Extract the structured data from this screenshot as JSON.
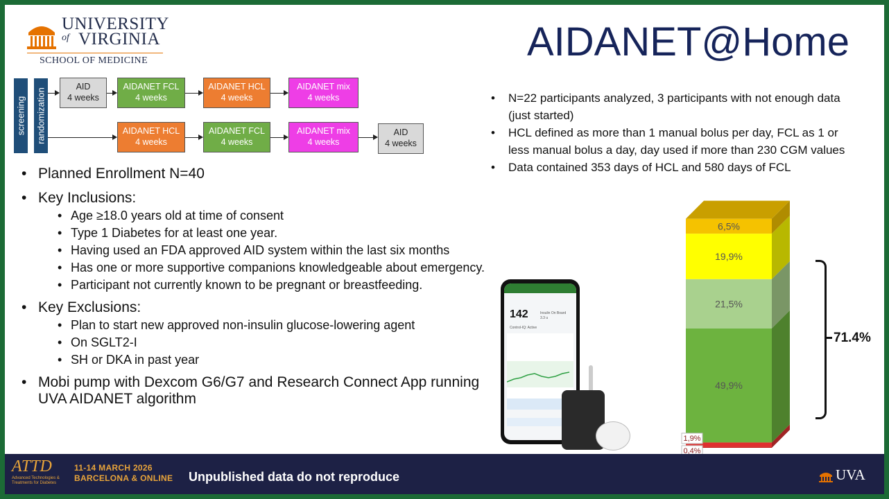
{
  "slide": {
    "title": "AIDANET@Home",
    "logo": {
      "university": "UNIVERSITY",
      "of": "of",
      "virginia": "VIRGINIA",
      "school": "SCHOOL OF MEDICINE"
    },
    "flow": {
      "screening_label": "screening",
      "randomization_label": "randomization",
      "arm1": [
        {
          "name": "AID",
          "duration": "4 weeks",
          "color": "#d9d9d9"
        },
        {
          "name": "AIDANET FCL",
          "duration": "4 weeks",
          "color": "#70ad47"
        },
        {
          "name": "AIDANET HCL",
          "duration": "4 weeks",
          "color": "#ed7d31"
        },
        {
          "name": "AIDANET mix",
          "duration": "4 weeks",
          "color": "#ee3ee6"
        }
      ],
      "arm2": [
        {
          "name": "AIDANET HCL",
          "duration": "4 weeks",
          "color": "#ed7d31"
        },
        {
          "name": "AIDANET FCL",
          "duration": "4 weeks",
          "color": "#70ad47"
        },
        {
          "name": "AIDANET mix",
          "duration": "4 weeks",
          "color": "#ee3ee6"
        },
        {
          "name": "AID",
          "duration": "4 weeks",
          "color": "#d9d9d9"
        }
      ]
    },
    "left_bullets": {
      "enrollment": "Planned Enrollment N=40",
      "inclusions_title": "Key Inclusions:",
      "inclusions": [
        "Age ≥18.0 years old at time of consent",
        "Type 1 Diabetes for at least one year.",
        "Having used an FDA approved AID system within the last six months",
        "Has one or more supportive companions knowledgeable about emergency.",
        "Participant not currently known to be pregnant or breastfeeding."
      ],
      "exclusions_title": "Key Exclusions:",
      "exclusions": [
        "Plan to start new approved non-insulin glucose-lowering agent",
        "On SGLT2-I",
        "SH or DKA in past year"
      ],
      "device": "Mobi pump with Dexcom G6/G7 and Research Connect App running UVA AIDANET algorithm"
    },
    "right_bullets": [
      "N=22 participants analyzed, 3 participants with not enough data (just started)",
      "HCL defined as more than 1 manual bolus per day, FCL as 1 or less manual bolus a day, day used if more than 230 CGM values",
      "Data contained 353 days of HCL and 580 days of FCL"
    ],
    "phone": {
      "glucose": "142",
      "iob_label": "Insulin On Board",
      "iob_value": "3.3 u",
      "status": "Control-IQ: Active"
    },
    "bracket_label": "71.4%"
  },
  "chart_data": {
    "type": "bar",
    "stacked": true,
    "categories": [
      ""
    ],
    "series": [
      {
        "label": "0,4%",
        "values": [
          0.4
        ],
        "color": "#c00000"
      },
      {
        "label": "1,9%",
        "values": [
          1.9
        ],
        "color": "#e03030"
      },
      {
        "label": "49,9%",
        "values": [
          49.9
        ],
        "color": "#6db33f"
      },
      {
        "label": "21,5%",
        "values": [
          21.5
        ],
        "color": "#a9d18e"
      },
      {
        "label": "19,9%",
        "values": [
          19.9
        ],
        "color": "#ffff00"
      },
      {
        "label": "6,5%",
        "values": [
          6.5
        ],
        "color": "#f5c200"
      }
    ],
    "annotation": "71.4%"
  },
  "footer": {
    "att_logo": "ATTD",
    "att_small": "Advanced Technologies & Treatments for Diabetes",
    "dates": "11-14 MARCH 2026",
    "location": "BARCELONA & ONLINE",
    "notice": "Unpublished data do not reproduce",
    "uva": "UVA"
  }
}
